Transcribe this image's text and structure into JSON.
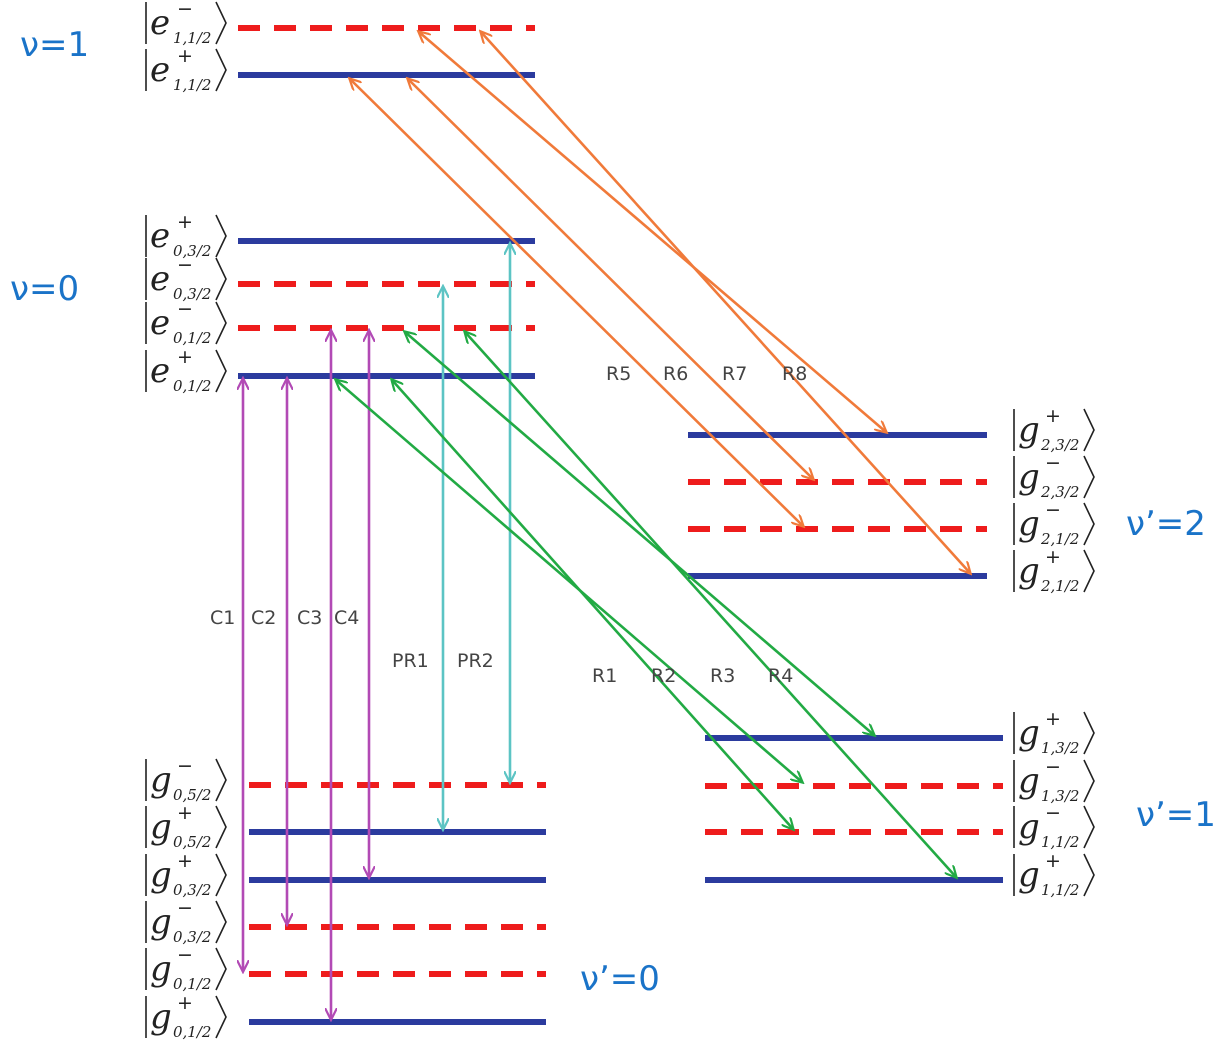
{
  "colors": {
    "solid_level": "#2b3b9e",
    "dashed_level": "#ee1c1c",
    "c_transitions": "#b24ab5",
    "pr_transitions": "#5cc4c4",
    "r_low_transitions": "#22aa44",
    "r_high_transitions": "#f07a3a",
    "vib_label": "#1a73c8"
  },
  "vibrational_labels": {
    "v1": "ν=1",
    "v0": "ν=0",
    "vp2": "ν’=2",
    "vp1": "ν’=1",
    "vp0": "ν’=0"
  },
  "levels": [
    {
      "id": "e_1_1_2_m",
      "letter": "e",
      "sign": "−",
      "sub": "1,1/2",
      "style": "dashed"
    },
    {
      "id": "e_1_1_2_p",
      "letter": "e",
      "sign": "+",
      "sub": "1,1/2",
      "style": "solid"
    },
    {
      "id": "e_0_3_2_p",
      "letter": "e",
      "sign": "+",
      "sub": "0,3/2",
      "style": "solid"
    },
    {
      "id": "e_0_3_2_m",
      "letter": "e",
      "sign": "−",
      "sub": "0,3/2",
      "style": "dashed"
    },
    {
      "id": "e_0_1_2_m",
      "letter": "e",
      "sign": "−",
      "sub": "0,1/2",
      "style": "dashed"
    },
    {
      "id": "e_0_1_2_p",
      "letter": "e",
      "sign": "+",
      "sub": "0,1/2",
      "style": "solid"
    },
    {
      "id": "g_2_3_2_p",
      "letter": "g",
      "sign": "+",
      "sub": "2,3/2",
      "style": "solid"
    },
    {
      "id": "g_2_3_2_m",
      "letter": "g",
      "sign": "−",
      "sub": "2,3/2",
      "style": "dashed"
    },
    {
      "id": "g_2_1_2_m",
      "letter": "g",
      "sign": "−",
      "sub": "2,1/2",
      "style": "dashed"
    },
    {
      "id": "g_2_1_2_p",
      "letter": "g",
      "sign": "+",
      "sub": "2,1/2",
      "style": "solid"
    },
    {
      "id": "g_1_3_2_p",
      "letter": "g",
      "sign": "+",
      "sub": "1,3/2",
      "style": "solid"
    },
    {
      "id": "g_1_3_2_m",
      "letter": "g",
      "sign": "−",
      "sub": "1,3/2",
      "style": "dashed"
    },
    {
      "id": "g_1_1_2_m",
      "letter": "g",
      "sign": "−",
      "sub": "1,1/2",
      "style": "dashed"
    },
    {
      "id": "g_1_1_2_p",
      "letter": "g",
      "sign": "+",
      "sub": "1,1/2",
      "style": "solid"
    },
    {
      "id": "g_0_5_2_m",
      "letter": "g",
      "sign": "−",
      "sub": "0,5/2",
      "style": "dashed"
    },
    {
      "id": "g_0_5_2_p",
      "letter": "g",
      "sign": "+",
      "sub": "0,5/2",
      "style": "solid"
    },
    {
      "id": "g_0_3_2_p",
      "letter": "g",
      "sign": "+",
      "sub": "0,3/2",
      "style": "solid"
    },
    {
      "id": "g_0_3_2_m",
      "letter": "g",
      "sign": "−",
      "sub": "0,3/2",
      "style": "dashed"
    },
    {
      "id": "g_0_1_2_m",
      "letter": "g",
      "sign": "−",
      "sub": "0,1/2",
      "style": "dashed"
    },
    {
      "id": "g_0_1_2_p",
      "letter": "g",
      "sign": "+",
      "sub": "0,1/2",
      "style": "solid"
    }
  ],
  "transitions": [
    {
      "label": "C1",
      "group": "C",
      "from": "e_0_1_2_p",
      "to": "g_0_1_2_m"
    },
    {
      "label": "C2",
      "group": "C",
      "from": "e_0_1_2_p",
      "to": "g_0_3_2_m"
    },
    {
      "label": "C3",
      "group": "C",
      "from": "e_0_1_2_m",
      "to": "g_0_1_2_p"
    },
    {
      "label": "C4",
      "group": "C",
      "from": "e_0_1_2_m",
      "to": "g_0_3_2_p"
    },
    {
      "label": "PR1",
      "group": "PR",
      "from": "e_0_3_2_m",
      "to": "g_0_5_2_p"
    },
    {
      "label": "PR2",
      "group": "PR",
      "from": "e_0_3_2_p",
      "to": "g_0_5_2_m"
    },
    {
      "label": "R1",
      "group": "R",
      "from": "e_0_1_2_p",
      "to": "g_1_1_2_m"
    },
    {
      "label": "R2",
      "group": "R",
      "from": "e_0_1_2_p",
      "to": "g_1_3_2_m"
    },
    {
      "label": "R3",
      "group": "R",
      "from": "e_0_1_2_m",
      "to": "g_1_1_2_p"
    },
    {
      "label": "R4",
      "group": "R",
      "from": "e_0_1_2_m",
      "to": "g_1_3_2_p"
    },
    {
      "label": "R5",
      "group": "R",
      "from": "e_1_1_2_p",
      "to": "g_2_1_2_m"
    },
    {
      "label": "R6",
      "group": "R",
      "from": "e_1_1_2_p",
      "to": "g_2_3_2_m"
    },
    {
      "label": "R7",
      "group": "R",
      "from": "e_1_1_2_m",
      "to": "g_2_1_2_p"
    },
    {
      "label": "R8",
      "group": "R",
      "from": "e_1_1_2_m",
      "to": "g_2_3_2_p"
    }
  ]
}
